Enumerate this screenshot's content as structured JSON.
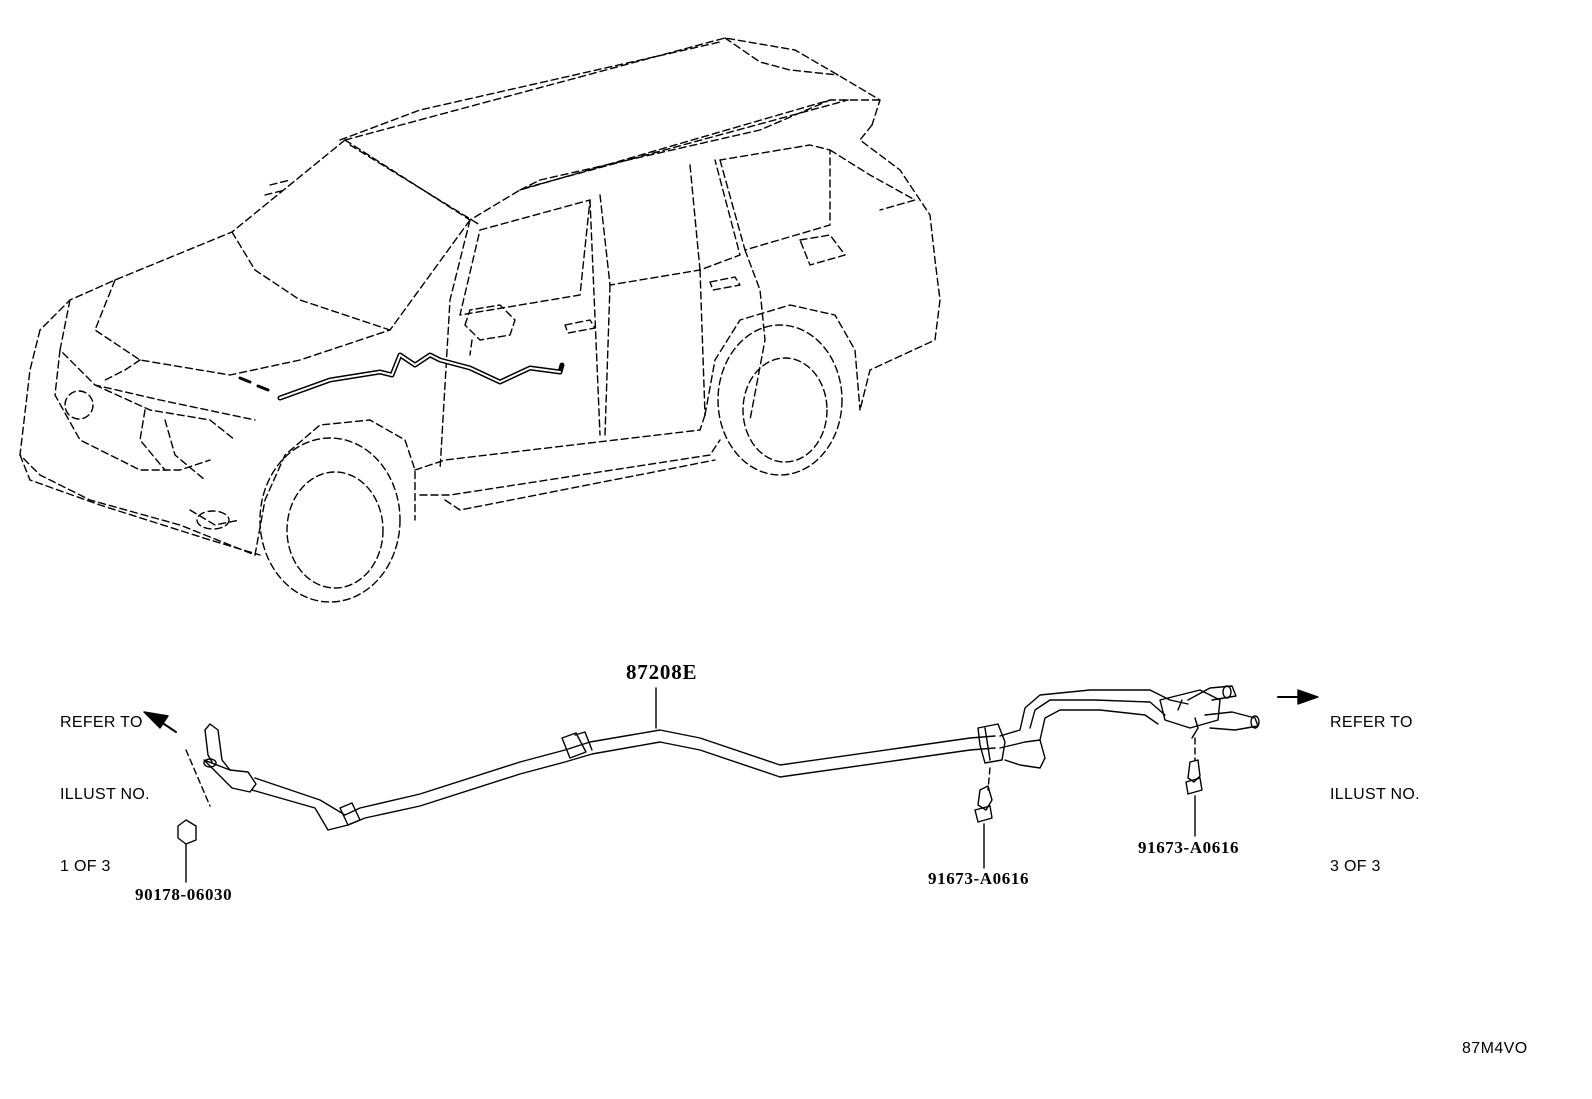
{
  "refer_left": {
    "line1": "REFER TO",
    "line2": "ILLUST NO.",
    "line3": "1 OF 3"
  },
  "refer_right": {
    "line1": "REFER TO",
    "line2": "ILLUST NO.",
    "line3": "3 OF 3"
  },
  "parts": {
    "main_hose": "87208E",
    "clamp_nut": "90178-06030",
    "bolt_center": "91673-A0616",
    "bolt_right": "91673-A0616"
  },
  "illustration_code": "87M4VO"
}
